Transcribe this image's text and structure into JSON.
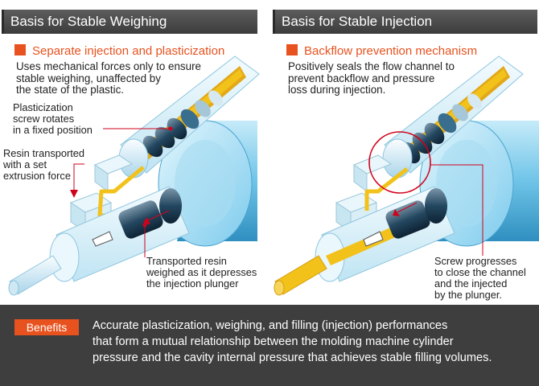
{
  "left": {
    "header": "Basis for Stable Weighing",
    "subheading": "Separate injection and plasticization",
    "description": [
      "Uses mechanical forces only to ensure",
      "stable weighing, unaffected by",
      "the state of the plastic."
    ],
    "callout_screw": "Plasticization\nscrew rotates\nin a fixed position",
    "callout_resin": "Resin transported\nwith a set\nextrusion force",
    "callout_plunger": "Transported resin\nweighed as it depresses\nthe injection plunger"
  },
  "right": {
    "header": "Basis for Stable Injection",
    "subheading": "Backflow prevention mechanism",
    "description": [
      "Positively seals the flow channel to",
      "prevent backflow and pressure",
      "loss during injection."
    ],
    "callout_screw": "Screw progresses\nto close the channel\nand the injected\nby the plunger."
  },
  "benefits": {
    "label": "Benefits",
    "text": "Accurate plasticization, weighing, and filling (injection) performances\nthat form a mutual relationship between the molding machine cylinder\npressure and the cavity internal pressure that achieves stable filling volumes."
  },
  "colors": {
    "accent": "#e8521f",
    "header_bg": "#4a4a4a",
    "benefits_bg": "#3e3e3e",
    "resin": "#f2c21b",
    "barrel": "#8fcfec",
    "leader": "#d0021b"
  }
}
